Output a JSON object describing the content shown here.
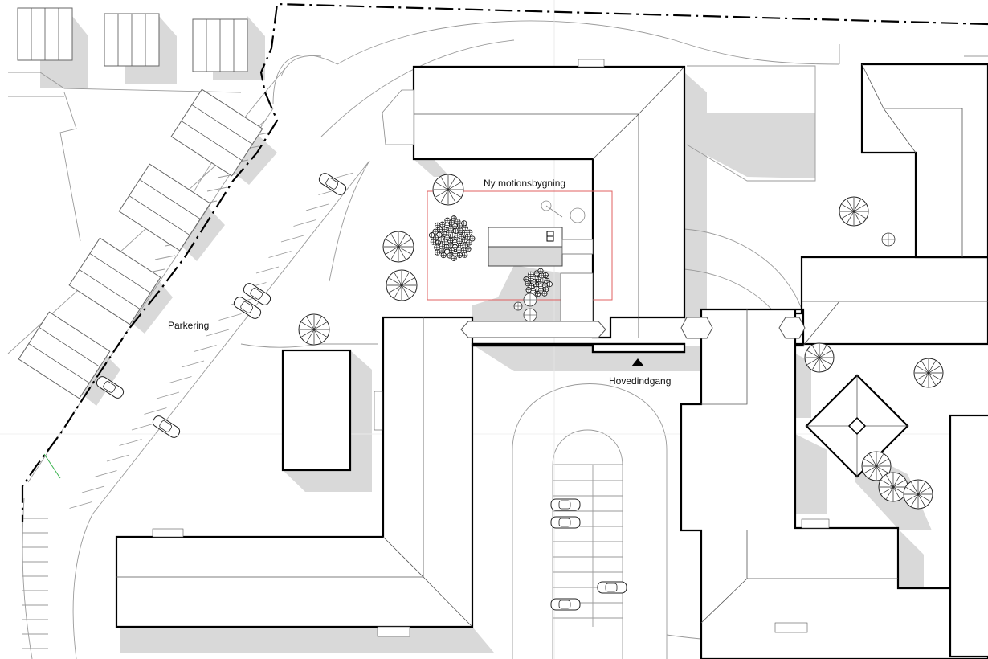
{
  "labels": {
    "new_building": "Ny motionsbygning",
    "parking": "Parkering",
    "main_entrance": "Hovedindgang"
  },
  "colors": {
    "building_outline": "#000000",
    "shadow": "#d9d9d9",
    "site_boundary": "#000000",
    "project_area": "#e06060",
    "road_lines": "#9a9a9a"
  },
  "icons": [
    "tree-icon",
    "car-icon",
    "entrance-triangle-icon"
  ]
}
